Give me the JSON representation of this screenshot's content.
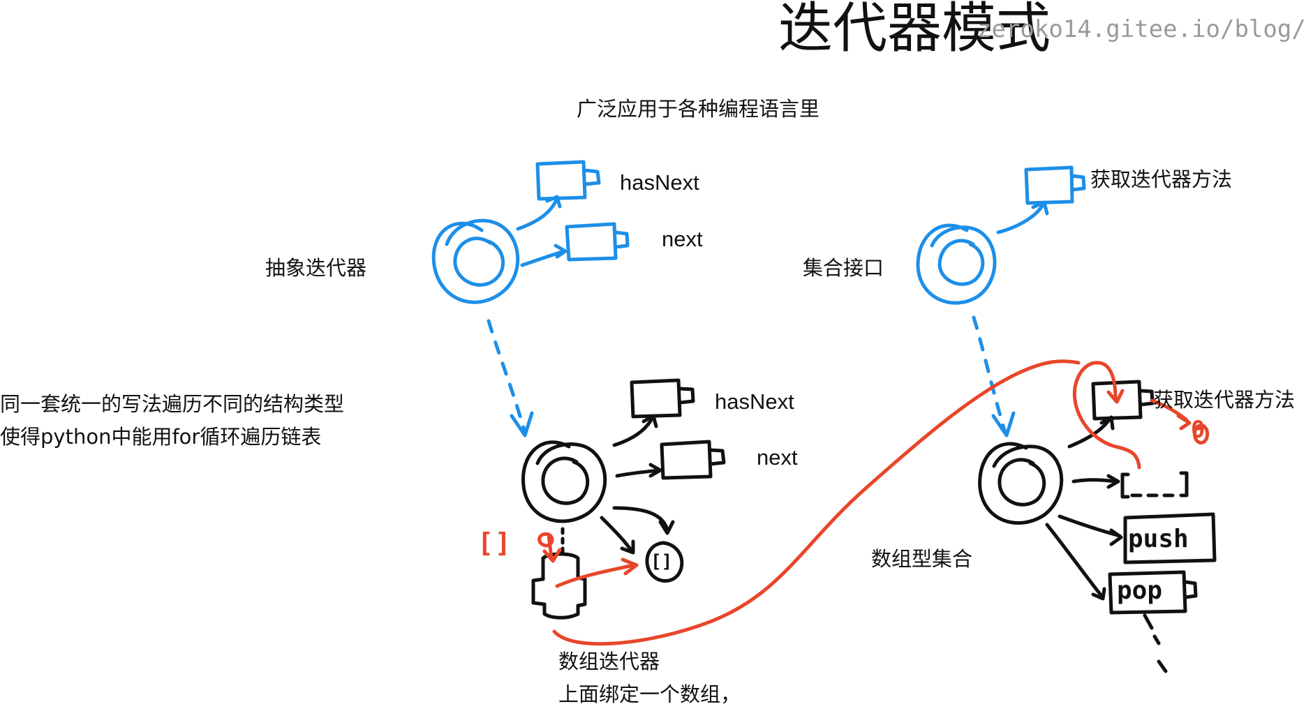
{
  "header": {
    "title": "迭代器模式",
    "watermark": "zeroko14.gitee.io/blog/"
  },
  "subtitle": "广泛应用于各种编程语言里",
  "left_top": {
    "label": "抽象迭代器",
    "methods": [
      "hasNext",
      "next"
    ]
  },
  "right_top": {
    "label": "集合接口",
    "method": "获取迭代器方法"
  },
  "side_note": {
    "line1": "同一套统一的写法遍历不同的结构类型",
    "line2": "使得python中能用for循环遍历链表"
  },
  "left_bottom": {
    "methods": [
      "hasNext",
      "next"
    ],
    "red_bracket": "[]",
    "inner_bracket": "[]",
    "red_index": "0",
    "label_line1": "数组迭代器",
    "label_line2": "上面绑定一个数组，"
  },
  "right_bottom": {
    "label": "数组型集合",
    "method": "获取迭代器方法",
    "array_mark": "[---]",
    "push": "push",
    "pop": "pop",
    "zero_mark": "0"
  },
  "colors": {
    "blue": "#1d8fe8",
    "black": "#111111",
    "red": "#e8462a",
    "watermark": "#9a9a9a"
  }
}
